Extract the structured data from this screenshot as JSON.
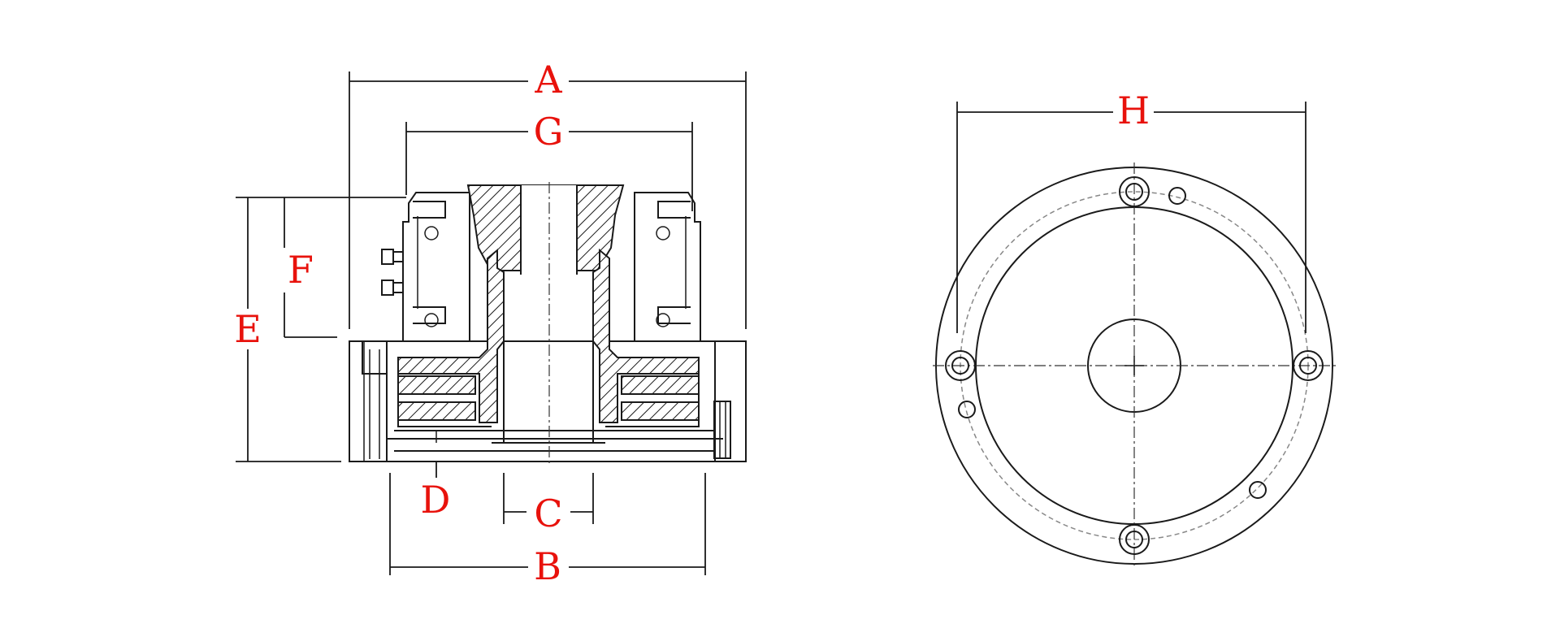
{
  "diagram": {
    "dimension_labels": {
      "A": "A",
      "B": "B",
      "C": "C",
      "D": "D",
      "E": "E",
      "F": "F",
      "G": "G",
      "H": "H"
    },
    "colors": {
      "label": "#e8120c",
      "line": "#1a1a1a",
      "background": "#ffffff"
    }
  }
}
